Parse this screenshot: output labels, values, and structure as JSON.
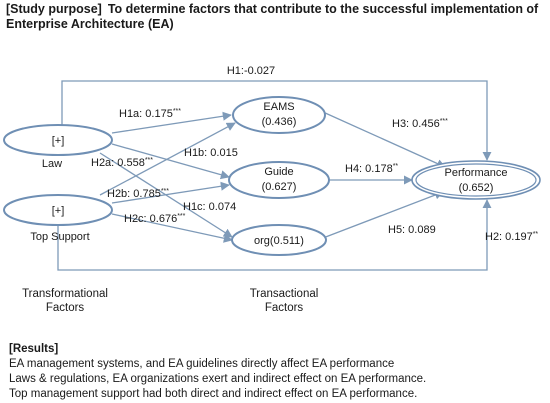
{
  "study_purpose": {
    "prefix": "[Study purpose]",
    "text": "To determine factors that contribute to the successful implementation of Enterprise Architecture (EA)"
  },
  "nodes": {
    "law": {
      "symbol": "[+]",
      "caption": "Law"
    },
    "top_support": {
      "symbol": "[+]",
      "caption": "Top Support"
    },
    "eams": {
      "line1": "EAMS",
      "line2": "(0.436)"
    },
    "guide": {
      "line1": "Guide",
      "line2": "(0.627)"
    },
    "org": {
      "line1": "org(0.511)"
    },
    "performance": {
      "line1": "Performance",
      "line2": "(0.652)"
    }
  },
  "paths": {
    "h1": "H1:-0.027",
    "h1a": "H1a: 0.175",
    "h1a_sig": "***",
    "h1b": "H1b: 0.015",
    "h1c": "H1c: 0.074",
    "h2a": "H2a: 0.558",
    "h2a_sig": "***",
    "h2b": "H2b: 0.785",
    "h2b_sig": "***",
    "h2c": "H2c: 0.676",
    "h2c_sig": "***",
    "h2": "H2: 0.197",
    "h2_sig": "**",
    "h3": "H3: 0.456",
    "h3_sig": "***",
    "h4": "H4: 0.178",
    "h4_sig": "**",
    "h5": "H5: 0.089"
  },
  "groups": {
    "transformational_line1": "Transformational",
    "transformational_line2": "Factors",
    "transactional_line1": "Transactional",
    "transactional_line2": "Factors"
  },
  "results": {
    "heading": "[Results]",
    "lines": [
      "EA management systems, and EA guidelines directly affect EA performance",
      "Laws & regulations, EA organizations exert and indirect effect on EA performance.",
      "Top management support had both direct and indirect effect on EA performance."
    ]
  },
  "colors": {
    "node_stroke": "#6f8fb4",
    "arrow": "#7e9ab8",
    "text": "#1a1a1a"
  }
}
